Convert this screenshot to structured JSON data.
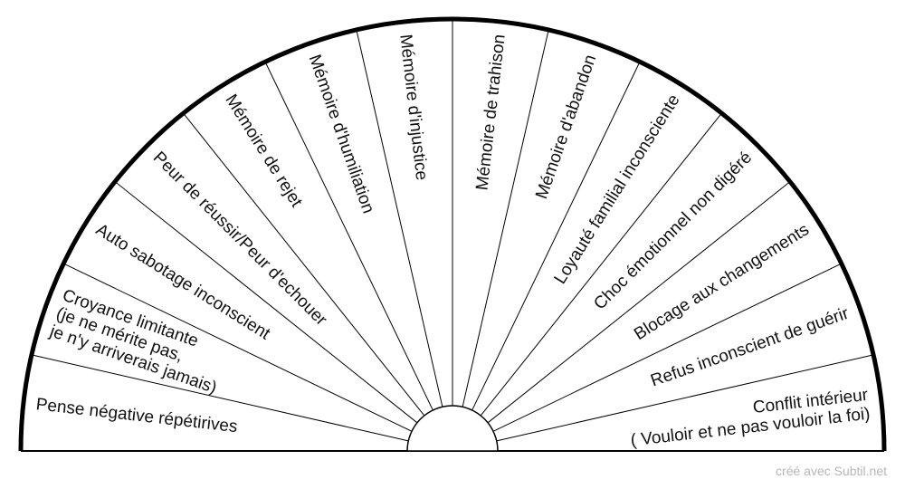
{
  "pendulum_chart": {
    "segments": [
      [
        "Pense négative répétirives"
      ],
      [
        "Croyance limitante",
        "(je ne mérite pas,",
        "je n'y arriverais jamais)"
      ],
      [
        "Auto sabotage inconscient"
      ],
      [
        "Peur de réussir/Peur d'echouer"
      ],
      [
        "Mémoire de rejet"
      ],
      [
        "Mémoire d'humiliation"
      ],
      [
        "Mémoire d'injustice"
      ],
      [
        "Mémoire de trahison"
      ],
      [
        "Mémoire d'abandon"
      ],
      [
        "Loyauté familial inconsciente"
      ],
      [
        "Choc émotionnel non digéré"
      ],
      [
        "Blocage aux changements"
      ],
      [
        "Refus inconscient de guérir"
      ],
      [
        "Conflit intérieur",
        "( Vouloir et ne pas vouloir la foi)"
      ]
    ],
    "colors": {
      "stroke": "#000000",
      "text": "#111111",
      "background": "#ffffff"
    }
  },
  "footer": {
    "credit": "créé avec Subtil.net"
  }
}
